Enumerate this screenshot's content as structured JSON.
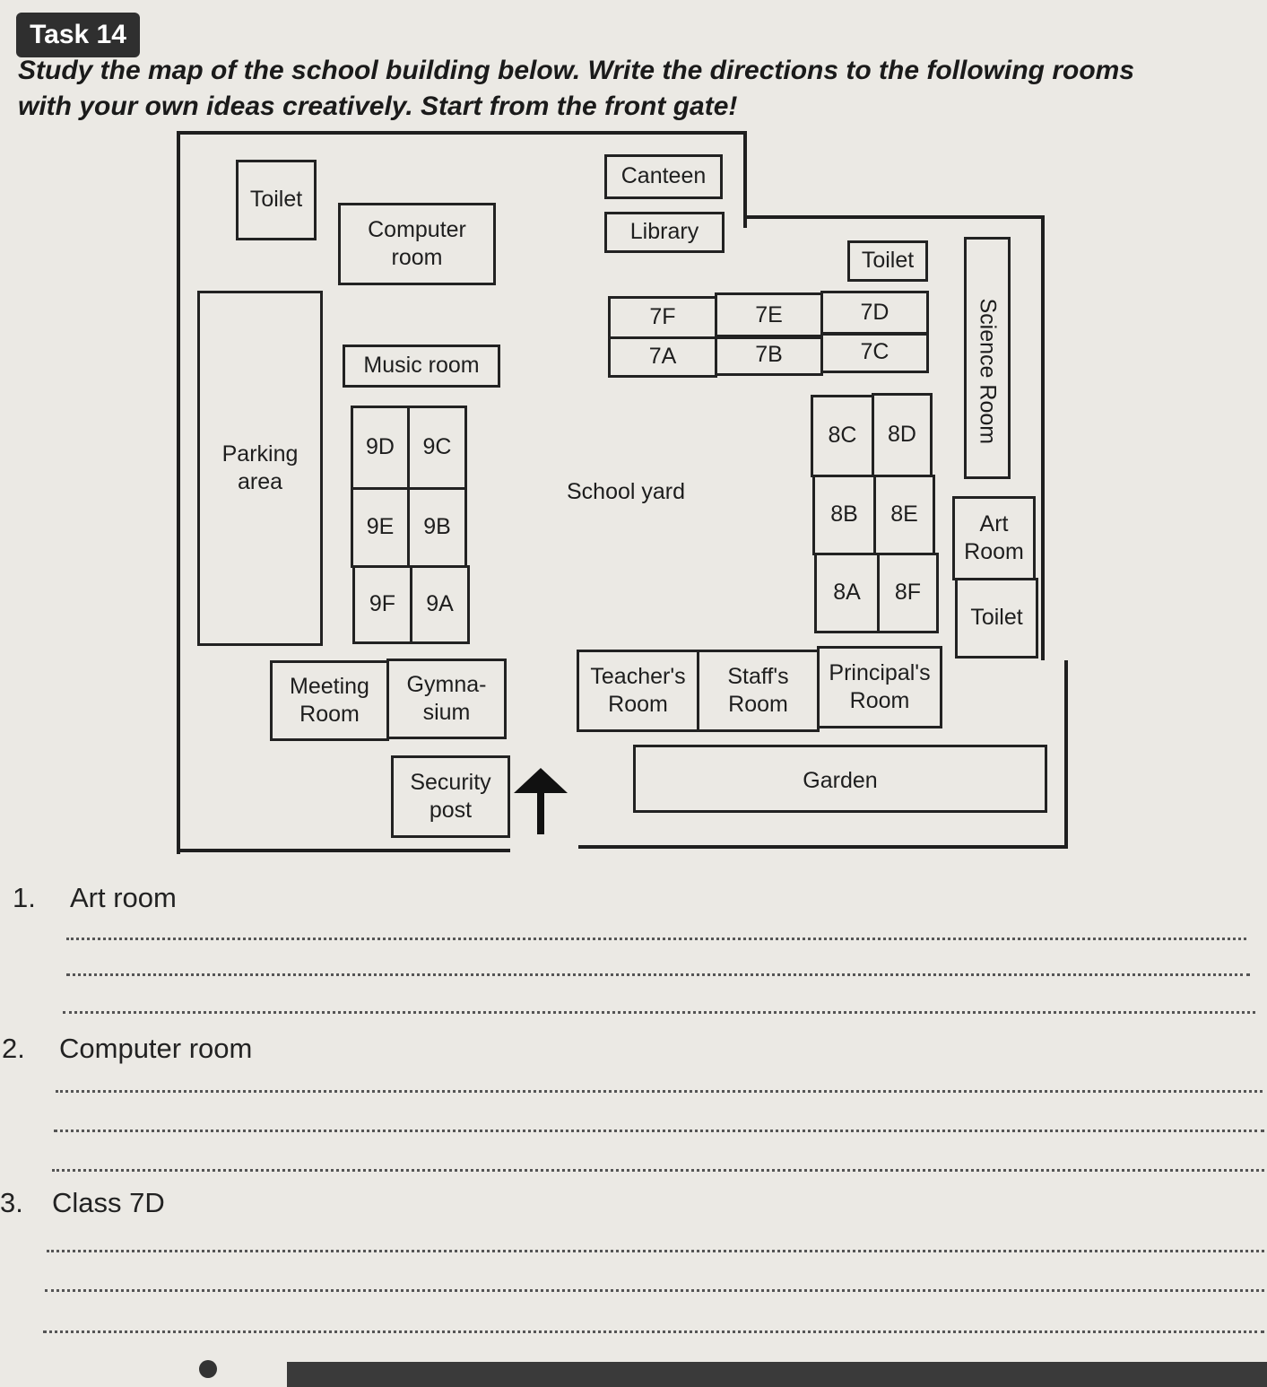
{
  "task_badge": "Task 14",
  "instructions": {
    "line1": "Study the map of the school building below. Write the directions to the following rooms",
    "line2": "with your own ideas creatively. Start from the front gate!"
  },
  "map": {
    "toilet_top_left": "Toilet",
    "canteen": "Canteen",
    "computer_room": "Computer\nroom",
    "library": "Library",
    "toilet_top_right": "Toilet",
    "parking_area": "Parking\narea",
    "music_room": "Music room",
    "science_room": "Science Room",
    "class_7F": "7F",
    "class_7E": "7E",
    "class_7D": "7D",
    "class_7A": "7A",
    "class_7B": "7B",
    "class_7C": "7C",
    "class_9D": "9D",
    "class_9C": "9C",
    "class_9E": "9E",
    "class_9B": "9B",
    "class_9F": "9F",
    "class_9A": "9A",
    "school_yard": "School yard",
    "class_8C": "8C",
    "class_8D": "8D",
    "class_8B": "8B",
    "class_8E": "8E",
    "class_8A": "8A",
    "class_8F": "8F",
    "art_room": "Art\nRoom",
    "toilet_right": "Toilet",
    "meeting_room": "Meeting\nRoom",
    "gymnasium": "Gymna-\nsium",
    "teachers_room": "Teacher's\nRoom",
    "staffs_room": "Staff's\nRoom",
    "principals_room": "Principal's\nRoom",
    "security_post": "Security\npost",
    "garden": "Garden"
  },
  "questions": [
    {
      "number": "1.",
      "label": "Art room"
    },
    {
      "number": "2.",
      "label": "Computer room"
    },
    {
      "number": "3.",
      "label": "Class 7D"
    }
  ]
}
